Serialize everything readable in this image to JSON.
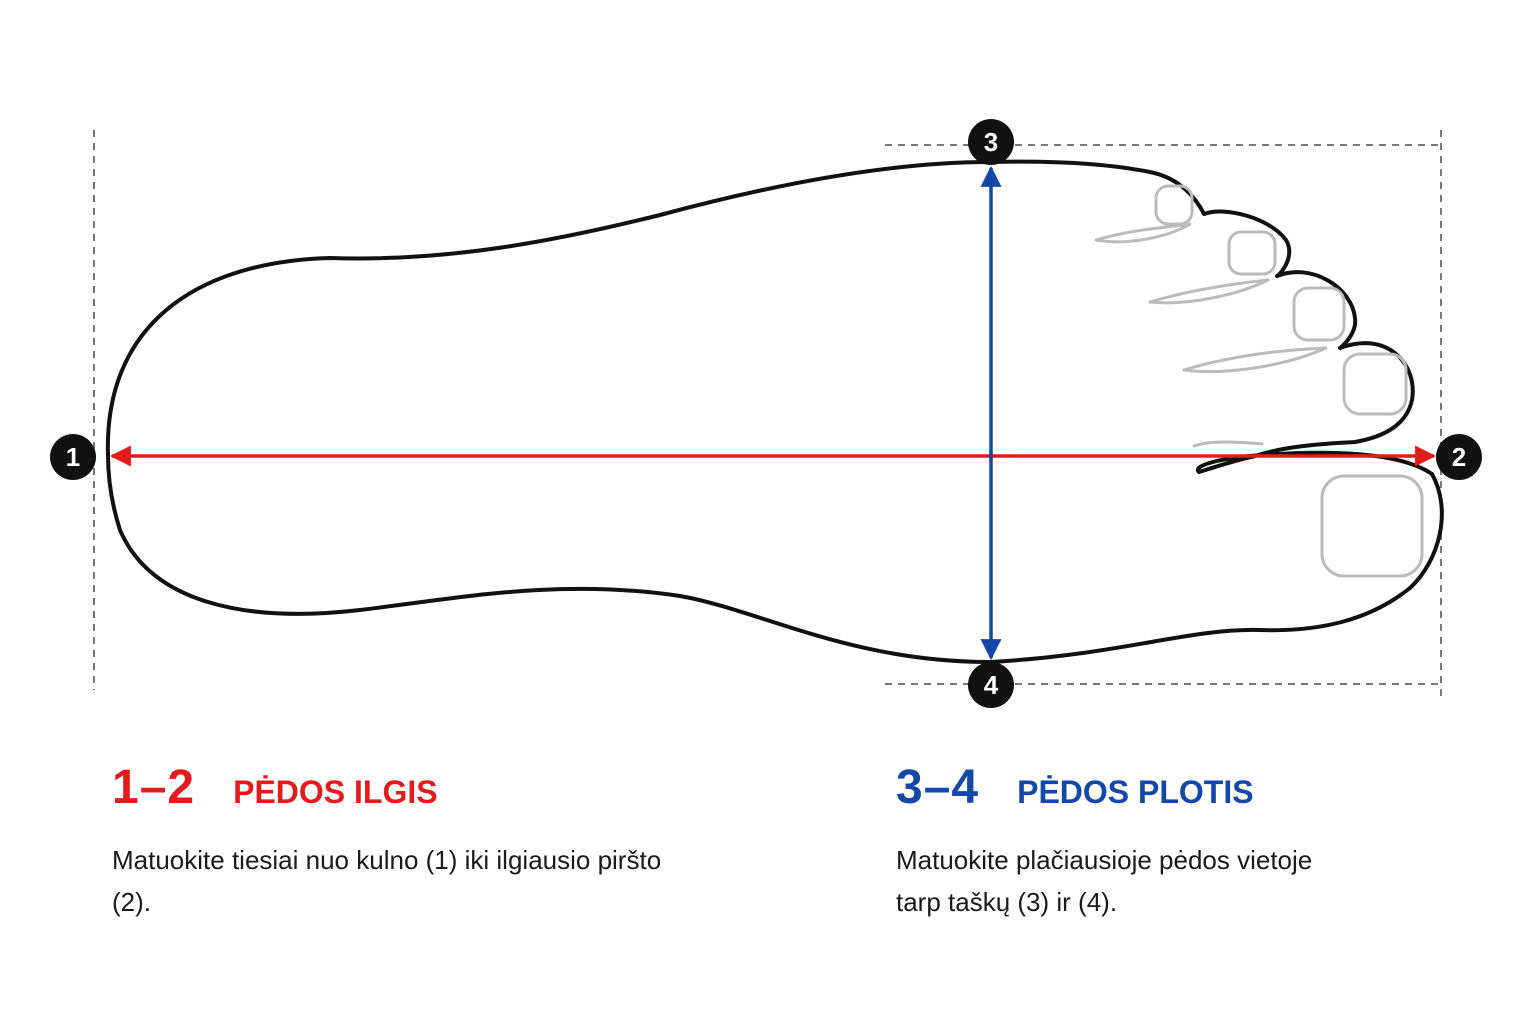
{
  "markers": {
    "m1": "1",
    "m2": "2",
    "m3": "3",
    "m4": "4"
  },
  "length": {
    "code": "1–2",
    "title": "PĖDOS ILGIS",
    "description": "Matuokite tiesiai nuo kulno (1) iki ilgiausio piršto (2)."
  },
  "width": {
    "code": "3–4",
    "title": "PĖDOS PLOTIS",
    "description_line1": "Matuokite plačiausioje pėdos vietoje",
    "description_line2": "tarp taškų (3) ir (4)."
  },
  "colors": {
    "length_accent": "#e31b1b",
    "width_accent": "#1348a8",
    "outline": "#111111",
    "toe_detail": "#bbbbbb",
    "guide_lines": "#777777"
  }
}
